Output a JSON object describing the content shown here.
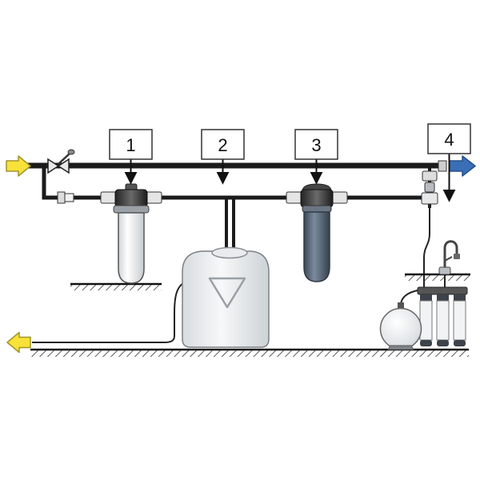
{
  "labels": [
    "1",
    "2",
    "3",
    "4"
  ],
  "colors": {
    "pipe": "#1b1b1b",
    "inlet_arrow": "#f8e23a",
    "inlet_outline": "#a09428",
    "outlet_arrow": "#3a6fb7",
    "outlet_outline": "#27508b",
    "drain_arrow": "#f8e23a",
    "drain_outline": "#a09428"
  }
}
